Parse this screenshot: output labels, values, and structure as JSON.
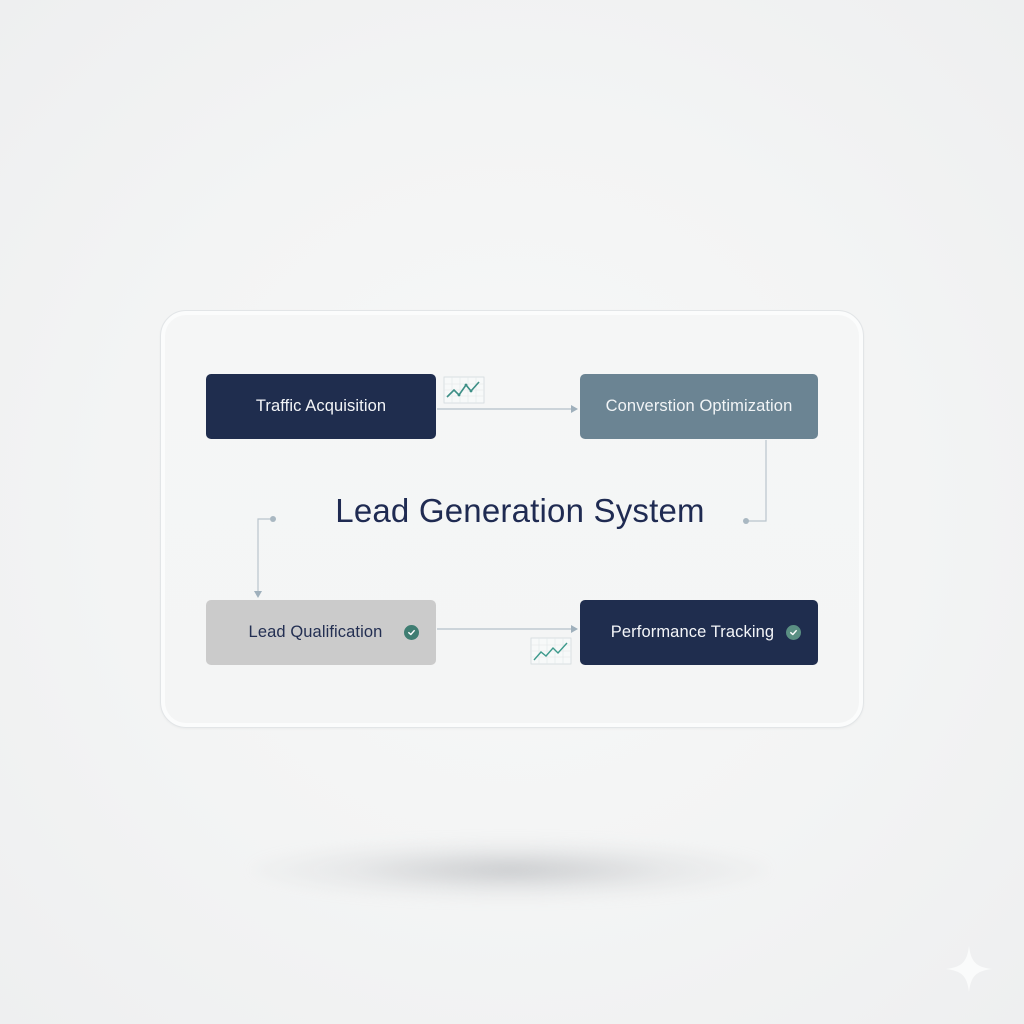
{
  "diagram": {
    "title": "Lead Generation System",
    "nodes": [
      {
        "id": "traffic-acquisition",
        "label": "Traffic Acquisition",
        "style": "dark",
        "color": "#1f2d4e",
        "check": false
      },
      {
        "id": "conversion-optimization",
        "label": "Converstion Optimization",
        "style": "slate",
        "color": "#6b8493",
        "check": false
      },
      {
        "id": "lead-qualification",
        "label": "Lead Qualification",
        "style": "gray",
        "color": "#cbcbcb",
        "check": true
      },
      {
        "id": "performance-tracking",
        "label": "Performance Tracking",
        "style": "dark",
        "color": "#1f2d4e",
        "check": true
      }
    ],
    "edges": [
      {
        "from": "traffic-acquisition",
        "to": "conversion-optimization",
        "icon": "trend-chart-icon"
      },
      {
        "from": "conversion-optimization",
        "to": "title-connector",
        "icon": null
      },
      {
        "from": "title-connector",
        "to": "lead-qualification",
        "icon": null
      },
      {
        "from": "lead-qualification",
        "to": "performance-tracking",
        "icon": "trend-chart-icon"
      }
    ],
    "colors": {
      "title": "#1f2b52",
      "connector": "#a9b8c2",
      "check": "#3f7d72",
      "trend_line": "#3d8f86"
    }
  }
}
